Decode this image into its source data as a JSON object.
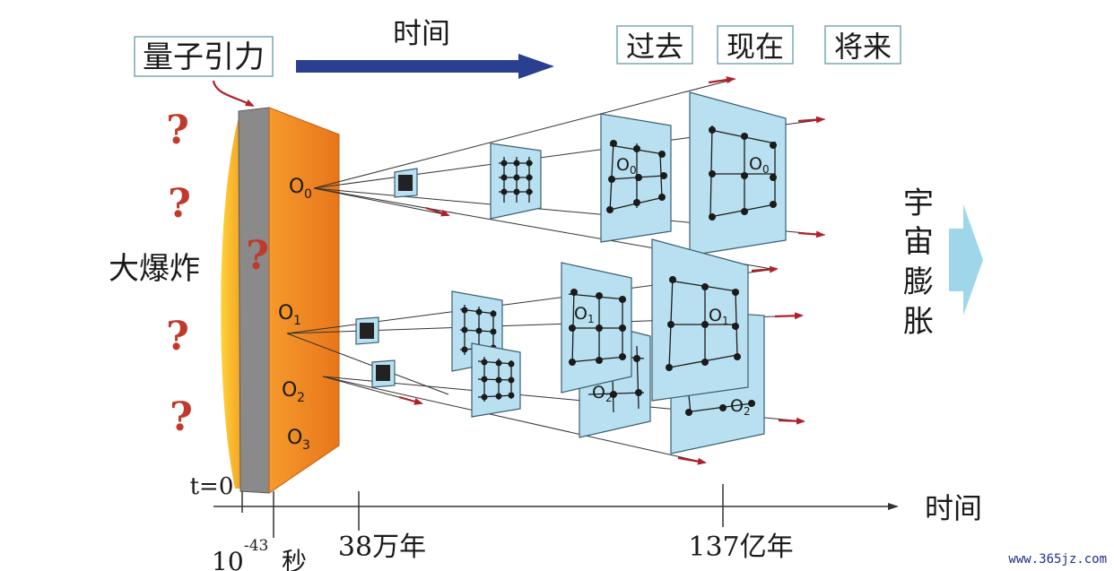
{
  "labels": {
    "quantum_gravity": "量子引力",
    "time_top": "时间",
    "past": "过去",
    "present": "现在",
    "future": "将来",
    "big_bang": "大爆炸",
    "universe_expansion_1": "宇",
    "universe_expansion_2": "宙",
    "universe_expansion_3": "膨",
    "universe_expansion_4": "胀",
    "time_axis": "时间",
    "t_zero": "t=0",
    "tick_planck": "10",
    "tick_planck_exp": "-43",
    "tick_planck_unit": "秒",
    "tick_380k": "38万年",
    "tick_13_7b": "137亿年",
    "question_mark": "?",
    "watermark": "www.365jz.com"
  },
  "observers": {
    "o0": "O",
    "o0_sub": "0",
    "o1": "O",
    "o1_sub": "1",
    "o2": "O",
    "o2_sub": "2",
    "o3": "O",
    "o3_sub": "3",
    "panel_o0": "O",
    "panel_o0_sub": "0",
    "panel_o0b": "O",
    "panel_o0b_sub": "0",
    "panel_o1": "O",
    "panel_o1_sub": "1",
    "panel_o1b": "O",
    "panel_o1b_sub": "1",
    "panel_o2": "O",
    "panel_o2_sub": "2",
    "panel_o2b": "O",
    "panel_o2b_sub": "2"
  },
  "colors": {
    "orange_slab": "#f08a1c",
    "gray_slab": "#8a8a8a",
    "panel_fill": "#b8e0f0",
    "arrow_blue": "#2a3f8f",
    "arrow_red": "#b0202c",
    "expansion_arrow": "#9fd6ea"
  }
}
